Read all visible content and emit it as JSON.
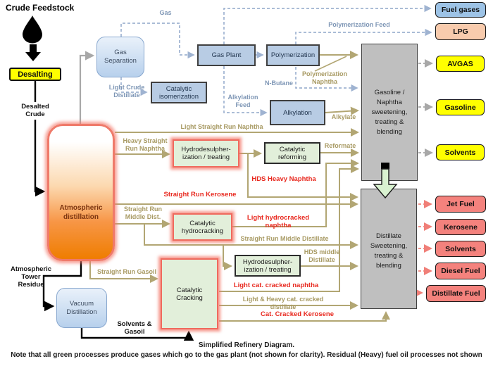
{
  "title": "Crude Feedstock",
  "left_column": {
    "desalting": "Desalting",
    "desalted_crude": "Desalted\nCrude",
    "atmospheric_distillation": "Atmospheric\ndistillation",
    "atmospheric_tower_residue": "Atmospheric\nTower\nResidue",
    "vacuum_distillation": "Vacuum\nDistillation",
    "solvents_gasoil": "Solvents &\nGasoil"
  },
  "process_boxes": {
    "gas_separation": "Gas\nSeparation",
    "catalytic_isomerization": "Catalytic\nisomerization",
    "gas_plant": "Gas Plant",
    "polymerization": "Polymerization",
    "alkylation": "Alkylation",
    "hds_treating_1": "Hydrodesulpher-\nization / treating",
    "catalytic_reforming": "Catalytic\nreforming",
    "catalytic_hydrocracking": "Catalytic\nhydrocracking",
    "hds_treating_2": "Hydrodesulpher-\nization / treating",
    "catalytic_cracking": "Catalytic\nCracking",
    "gasoline_blending": "Gasoline /\nNaphtha\nsweetening,\ntreating &\nblending",
    "distillate_blending": "Distillate\nSweetening,\ntreating &\nblending"
  },
  "flow_labels": {
    "gas": "Gas",
    "light_crude_distillate": "Light Crude\nDistillate",
    "polymerization_feed": "Polymerization Feed",
    "n_butane": "N-Butane",
    "alkylation_feed": "Alkylation\nFeed",
    "polymerization_naphtha": "Polymerization\nNaphtha",
    "alkylate": "Alkylate",
    "light_straight_run_naphtha": "Light Straight Run Naphtha",
    "heavy_straight_run_naphtha": "Heavy Straight\nRun Naphtha",
    "reformate": "Reformate",
    "hds_heavy_naphtha": "HDS Heavy Naphtha",
    "straight_run_kerosene": "Straight Run Kerosene",
    "straight_run_middle_dist": "Straight Run\nMiddle Dist.",
    "light_hydrocracked_naphtha": "Light hydrocracked naphtha",
    "straight_run_middle_distillate": "Straight Run Middle Distillate",
    "hds_middle_distillate": "HDS middle\nDistillate",
    "straight_run_gasoil": "Straight Run Gasoil",
    "light_cat_cracked_naphtha": "Light cat. cracked naphtha",
    "light_heavy_cat_cracked_distillate": "Light & Heavy cat. cracked distillate",
    "cat_cracked_kerosene": "Cat. Cracked Kerosene"
  },
  "outputs": [
    {
      "label": "Fuel gases",
      "color": "#9dc3e6"
    },
    {
      "label": "LPG",
      "color": "#f8cbad"
    },
    {
      "label": "AVGAS",
      "color": "#ffff00"
    },
    {
      "label": "Gasoline",
      "color": "#ffff00"
    },
    {
      "label": "Solvents",
      "color": "#ffff00"
    },
    {
      "label": "Jet Fuel",
      "color": "#f4827d"
    },
    {
      "label": "Kerosene",
      "color": "#f4827d"
    },
    {
      "label": "Solvents",
      "color": "#f4827d"
    },
    {
      "label": "Diesel Fuel",
      "color": "#f4827d"
    },
    {
      "label": "Distillate Fuel",
      "color": "#f4827d"
    }
  ],
  "caption": {
    "line1": "Simplified Refinery Diagram.",
    "line2": "Note that all green processes produce gases which go to the gas plant (not shown for clarity).  Residual (Heavy) fuel oil processes not shown"
  },
  "colors": {
    "flow_line_tan": "#b2a673",
    "flow_line_blue_dashed": "#9fb3d1",
    "flow_label_red": "#e8281e",
    "process_blue": "#b8cce4",
    "process_green": "#e2efda",
    "blending_gray": "#bfbfbf",
    "highlight_glow": "#ef6a5e",
    "atmospheric_orange": "#ef7d00"
  }
}
